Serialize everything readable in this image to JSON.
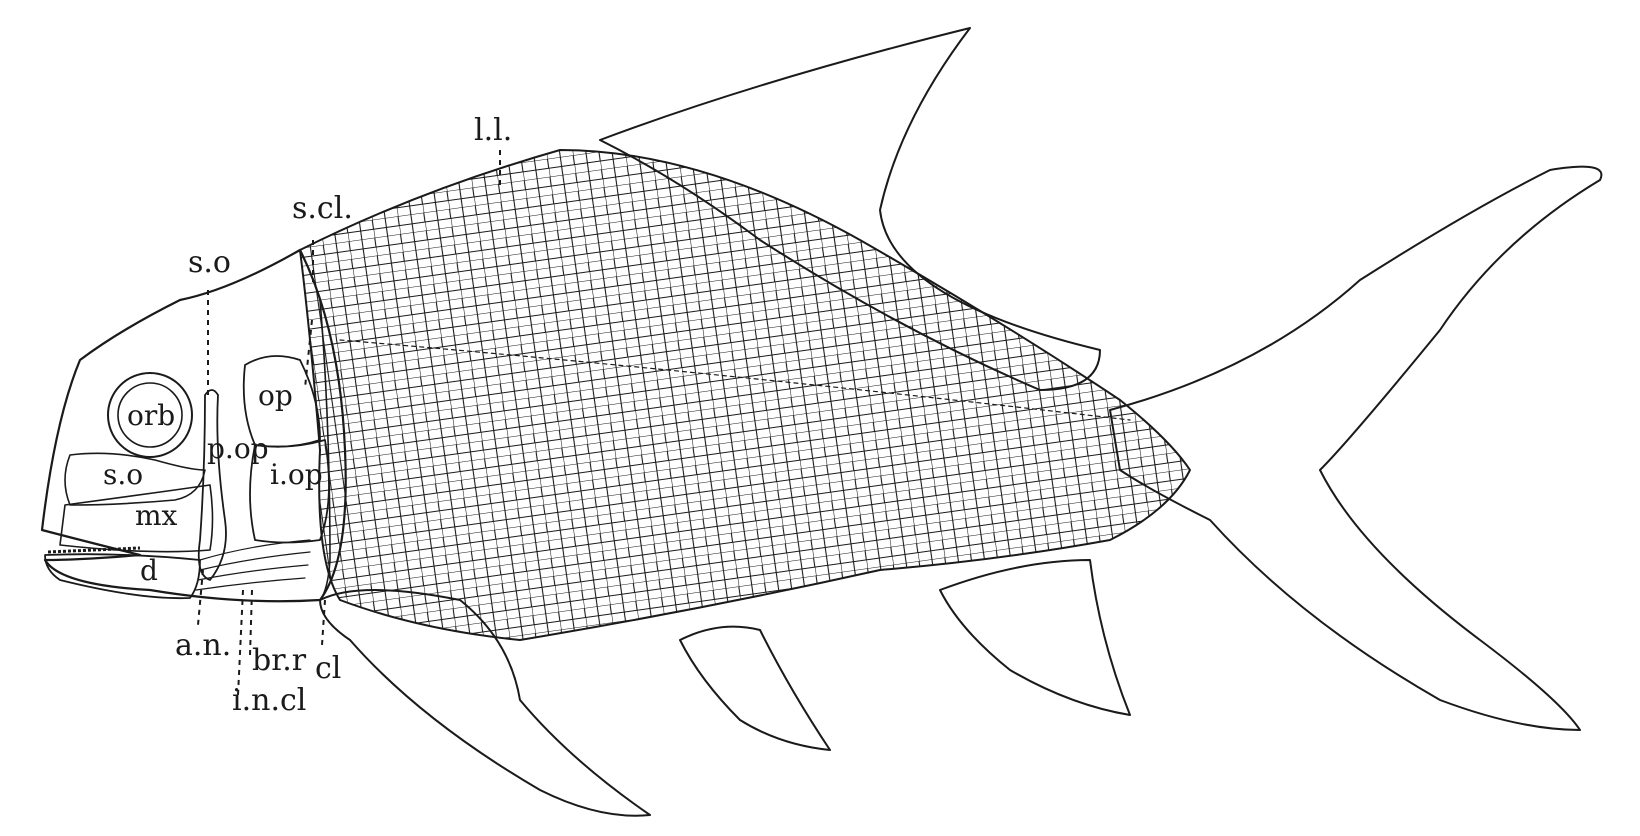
{
  "diagram": {
    "labels": {
      "ll": "l.l.",
      "scl": "s.cl.",
      "so_top": "s.o",
      "orb": "orb",
      "op": "op",
      "pop": "p.op",
      "so_cheek": "s.o",
      "iop": "i.op",
      "mx": "mx",
      "d": "d",
      "an": "a.n.",
      "brr": "br.r",
      "incl": "i.n.cl",
      "cl": "cl"
    }
  }
}
